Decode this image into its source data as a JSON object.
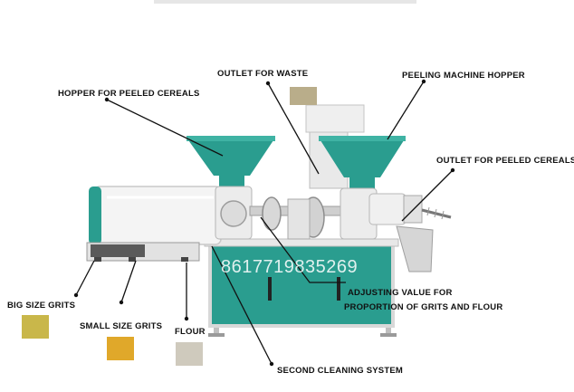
{
  "labels": {
    "hopper_peeled": "HOPPER FOR PEELED CEREALS",
    "outlet_waste": "OUTLET FOR WASTE",
    "peeling_hopper": "PEELING MACHINE HOPPER",
    "outlet_peeled": "OUTLET FOR PEELED CEREALS",
    "adjusting_line1": "ADJUSTING VALUE FOR",
    "adjusting_line2": "PROPORTION OF GRITS AND FLOUR",
    "big_grits": "BIG SIZE GRITS",
    "small_grits": "SMALL SIZE GRITS",
    "flour": "FLOUR",
    "second_cleaning": "SECOND CLEANING SYSTEM"
  },
  "watermark": "8617719835269",
  "colors": {
    "machine_teal": "#2a9d8f",
    "body_white": "#eeeeee",
    "big_grits_swatch": "#c9b74a",
    "small_grits_swatch": "#e0a82a",
    "flour_swatch": "#cfcabd",
    "waste_swatch": "#b9ad8a"
  }
}
